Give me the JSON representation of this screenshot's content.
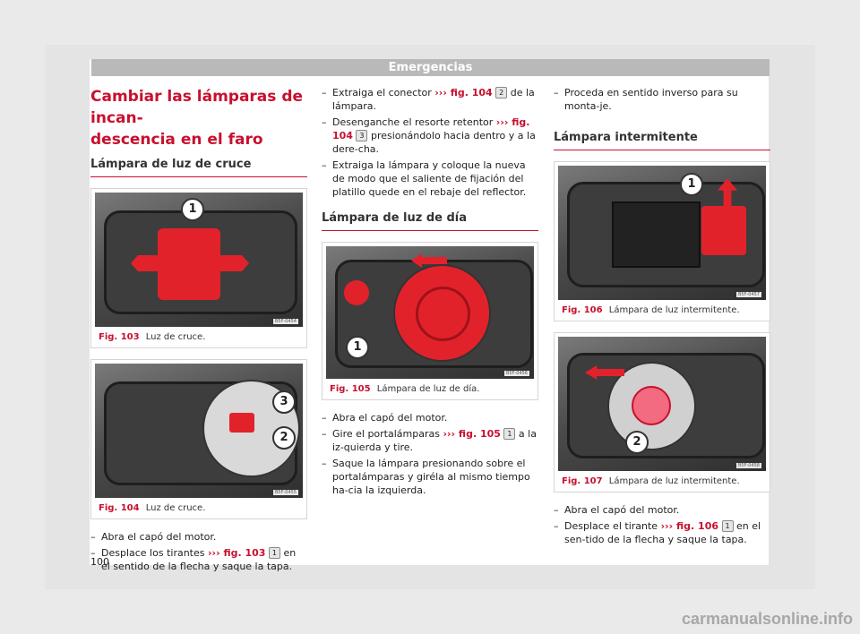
{
  "header": {
    "section": "Emergencias"
  },
  "col1": {
    "title": "Cambiar las lámparas de incan-descencia en el faro",
    "title_line1": "Cambiar las lámparas de incan-",
    "title_line2": "descencia en el faro",
    "subtitle": "Lámpara de luz de cruce",
    "fig103": {
      "num": "Fig. 103",
      "caption": "Luz de cruce.",
      "code": "B5F-0454",
      "callouts": [
        "1"
      ]
    },
    "fig104": {
      "num": "Fig. 104",
      "caption": "Luz de cruce.",
      "code": "B5F-0455",
      "callouts": [
        "3",
        "2"
      ]
    },
    "steps": [
      {
        "text": "Abra el capó del motor."
      },
      {
        "pre": "Desplace los tirantes ",
        "arrow": "›››",
        "ref": "fig. 103",
        "callout": "1",
        "post": " en el sentido de la flecha y saque la tapa."
      }
    ]
  },
  "col2": {
    "steps_top": [
      {
        "pre": "Extraiga el conector ",
        "arrow": "›››",
        "ref": "fig. 104",
        "callout": "2",
        "post": " de la lámpara."
      },
      {
        "pre": "Desenganche el resorte retentor ",
        "arrow": "›››",
        "ref": "fig. 104",
        "callout": "3",
        "post": " presionándolo hacia dentro y a la dere-cha."
      },
      {
        "text": "Extraiga la lámpara y coloque la nueva de modo que el saliente de fijación del platillo quede en el rebaje del reflector."
      }
    ],
    "subtitle": "Lámpara de luz de día",
    "fig105": {
      "num": "Fig. 105",
      "caption": "Lámpara de luz de día.",
      "code": "B5F-0456",
      "callouts": [
        "1"
      ]
    },
    "steps_bottom": [
      {
        "text": "Abra el capó del motor."
      },
      {
        "pre": "Gire el portalámparas ",
        "arrow": "›››",
        "ref": "fig. 105",
        "callout": "1",
        "post": " a la iz-quierda y tire."
      },
      {
        "text": "Saque la lámpara presionando sobre el portalámparas y giréla al mismo tiempo ha-cia la izquierda."
      }
    ]
  },
  "col3": {
    "steps_top": [
      {
        "text": "Proceda en sentido inverso para su monta-je."
      }
    ],
    "subtitle": "Lámpara intermitente",
    "fig106": {
      "num": "Fig. 106",
      "caption": "Lámpara de luz intermitente.",
      "code": "B5F-0457",
      "callouts": [
        "1"
      ]
    },
    "fig107": {
      "num": "Fig. 107",
      "caption": "Lámpara de luz intermitente.",
      "code": "B5F-0458",
      "callouts": [
        "2"
      ]
    },
    "steps_bottom": [
      {
        "text": "Abra el capó del motor."
      },
      {
        "pre": "Desplace el tirante ",
        "arrow": "›››",
        "ref": "fig. 106",
        "callout": "1",
        "post": " en el sen-tido de la flecha y saque la tapa."
      }
    ]
  },
  "footer": {
    "page_number": "100",
    "watermark": "carmanualsonline.info"
  },
  "colors": {
    "accent": "#c8102e",
    "header_band": "#b9b9b9"
  }
}
